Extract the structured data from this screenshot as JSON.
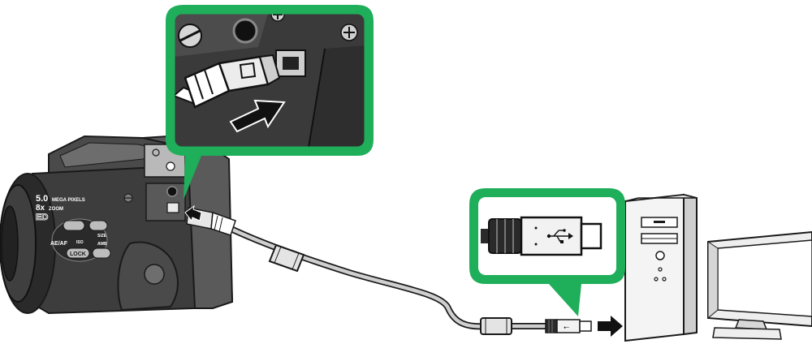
{
  "camera_labels": {
    "megapixels_number": "5.0",
    "megapixels_text": "MEGA PIXELS",
    "zoom_number": "8x",
    "zoom_text": "ZOOM",
    "lens_badge": "ED",
    "button_aeaf": "AE/AF",
    "button_lock": "LOCK",
    "button_iso": "ISO",
    "button_size": "SIZE",
    "button_awb": "AWB"
  },
  "colors": {
    "callout_green": "#1fae5a",
    "body_dark": "#3d3d3d",
    "body_mid": "#6e6e6e",
    "body_light": "#b9b9b9",
    "pc_case": "#f4f4f4",
    "outline": "#1a1a1a",
    "arrow": "#111111"
  },
  "icons": {
    "usb_symbol": "usb-trident-icon",
    "insert_arrow": "right-arrow-icon",
    "port_symbol": "usb-mini-port-icon"
  }
}
